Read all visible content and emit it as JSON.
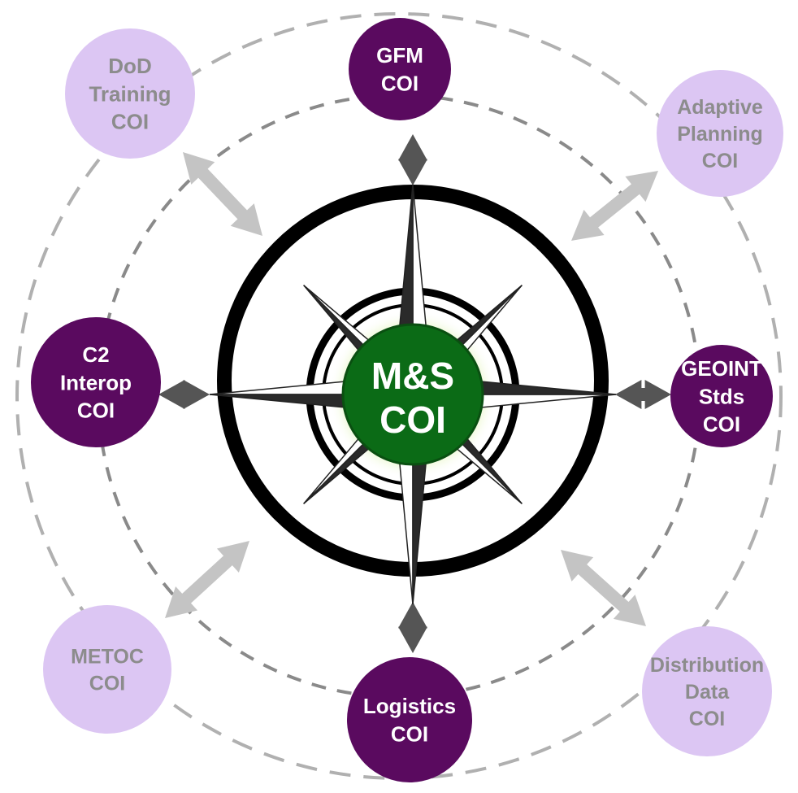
{
  "center": {
    "line1": "M&S",
    "line2": "COI",
    "fill": "#0b6b16",
    "text_color": "#ffffff"
  },
  "colors": {
    "primary_node": "#5a0a5f",
    "primary_text": "#ffffff",
    "secondary_node": "#dcc6f3",
    "secondary_text": "#8c8c8c",
    "primary_arrow": "#555555",
    "secondary_arrow": "#c4c4c4",
    "dashed_ring": "#b0b0b0",
    "compass_ring": "#000000"
  },
  "nodes": [
    {
      "id": "gfm",
      "kind": "primary",
      "lines": [
        "GFM",
        "COI"
      ]
    },
    {
      "id": "adaptive-planning",
      "kind": "secondary",
      "lines": [
        "Adaptive",
        "Planning",
        "COI"
      ]
    },
    {
      "id": "geoint-stds",
      "kind": "primary",
      "lines": [
        "GEOINT",
        "Stds",
        "COI"
      ]
    },
    {
      "id": "distribution-data",
      "kind": "secondary",
      "lines": [
        "Distribution",
        "Data",
        "COI"
      ]
    },
    {
      "id": "logistics",
      "kind": "primary",
      "lines": [
        "Logistics",
        "COI"
      ]
    },
    {
      "id": "metoc",
      "kind": "secondary",
      "lines": [
        "METOC",
        "COI"
      ]
    },
    {
      "id": "c2-interop",
      "kind": "primary",
      "lines": [
        "C2",
        "Interop",
        "COI"
      ]
    },
    {
      "id": "dod-training",
      "kind": "secondary",
      "lines": [
        "DoD",
        "Training",
        "COI"
      ]
    }
  ]
}
